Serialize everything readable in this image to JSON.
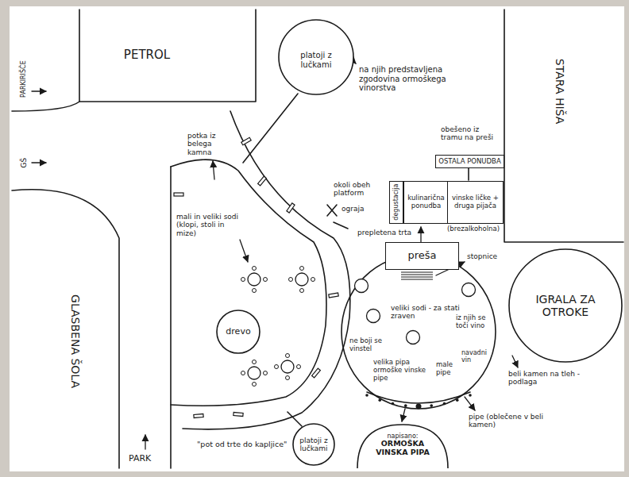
{
  "diagram": {
    "nodes": [
      {
        "text": [
          "PETROL"
        ]
      },
      {
        "text": [
          "STARA HIŠA"
        ]
      },
      {
        "text": [
          "platoji z lučkami"
        ]
      },
      {
        "text": [
          "degustacija"
        ]
      },
      {
        "text": [
          "kulinarična ponudba"
        ]
      },
      {
        "text": [
          "vinske ličke + druga pijača"
        ]
      },
      {
        "text": [
          "OSTALA PONUDBA"
        ]
      },
      {
        "text": [
          "drevo"
        ]
      },
      {
        "text": [
          "preša"
        ]
      },
      {
        "text": [
          "IGRALA ZA OTROKE"
        ]
      },
      {
        "text": [
          "platoji z lučkami"
        ]
      },
      {
        "text": [
          "napisano:",
          "ORMOŠKA VINSKA PIPA"
        ]
      }
    ],
    "labels": [
      "PARKIRIŠČE",
      "GŠ",
      "GLASBENA ŠOLA",
      "PARK",
      "potka iz belega kamna",
      "na njih predstavljena zgodovina ormoškega vinorstva",
      "mali in veliki sodi (klopi, stoli in mize)",
      "\"pot od trte do kapljice\"",
      "ograja",
      "prepletena trta",
      "okoli obeh platform",
      "(brezalkoholna)",
      "obešeno iz tramu na preši",
      "stopnice",
      "veliki sodi - za stati zraven",
      "ne boji se vinstel",
      "velika pipa ormoške vinske pipe",
      "iz njih se toči vino",
      "male pipe",
      "navadni vin",
      "beli kamen na tleh - podlaga",
      "pipe (oblečene v beli kamen)"
    ]
  }
}
